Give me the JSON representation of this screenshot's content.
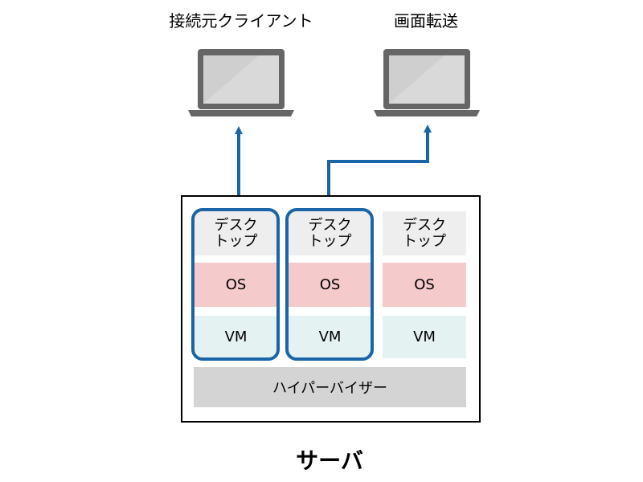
{
  "clients": [
    {
      "label": "接続元クライアント"
    },
    {
      "label": "画面転送"
    }
  ],
  "vms": [
    {
      "desktop": "デスク\nトップ",
      "os": "OS",
      "vm": "VM",
      "highlighted": true
    },
    {
      "desktop": "デスク\nトップ",
      "os": "OS",
      "vm": "VM",
      "highlighted": true
    },
    {
      "desktop": "デスク\nトップ",
      "os": "OS",
      "vm": "VM",
      "highlighted": false
    }
  ],
  "hypervisor": "ハイパーバイザー",
  "server": "サーバ",
  "colors": {
    "accent_blue": "#1a65a8",
    "laptop_gray": "#666666",
    "desktop_bg": "#eeeeee",
    "os_bg": "#f5caca",
    "vm_bg": "#e5f2f2",
    "hypervisor_bg": "#d4d4d4"
  }
}
